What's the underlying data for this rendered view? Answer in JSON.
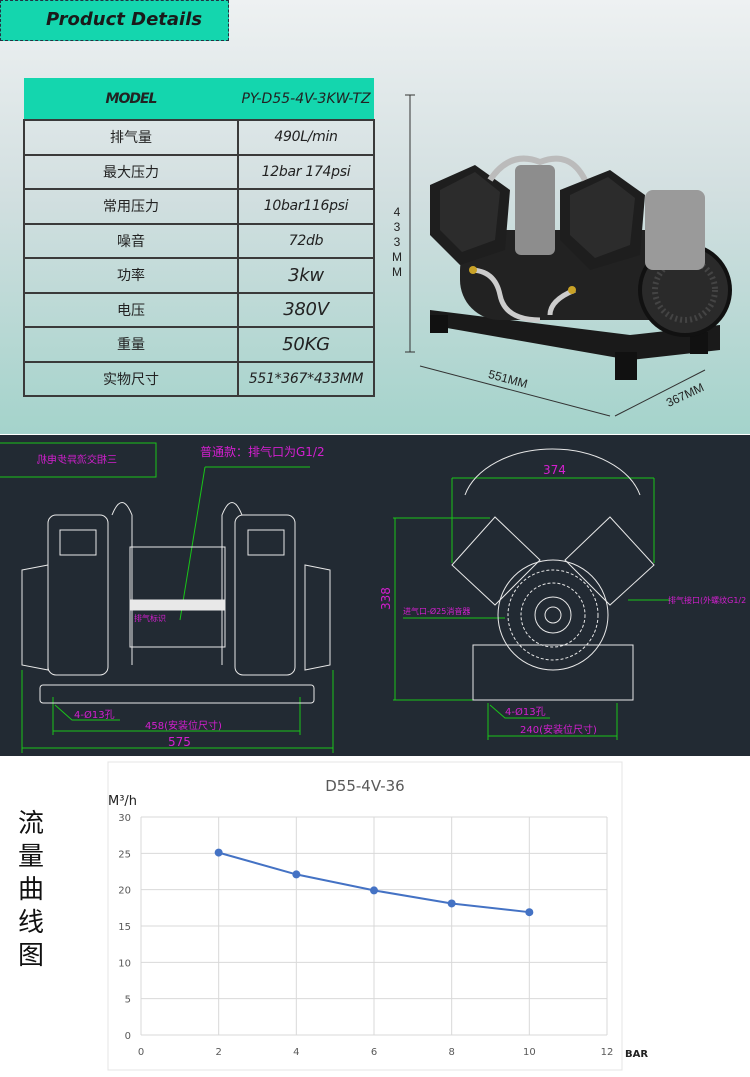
{
  "header": {
    "title": "Product Details"
  },
  "spec_table": {
    "model_label": "MODEL",
    "model_value": "PY-D55-4V-3KW-TZ",
    "rows": [
      {
        "label": "排气量",
        "value": "490L/min"
      },
      {
        "label": "最大压力",
        "value": "12bar 174psi"
      },
      {
        "label": "常用压力",
        "value": "10bar116psi"
      },
      {
        "label": "噪音",
        "value": "72db"
      },
      {
        "label": "功率",
        "value": "3kw"
      },
      {
        "label": "电压",
        "value": "380V"
      },
      {
        "label": "重量",
        "value": "50KG"
      },
      {
        "label": "实物尺寸",
        "value": "551*367*433MM"
      }
    ]
  },
  "product_dims": {
    "height": "433MM",
    "length": "551MM",
    "width": "367MM"
  },
  "cad": {
    "motor_note_mirrored": "三相交流异步电机",
    "exhaust_note": "普通款：排气口为G1/2",
    "exhaust_mark": "排气标识",
    "holes_left": "4-Ø13孔",
    "mount_left": "458(安装位尺寸)",
    "length": "575",
    "width": "374",
    "height": "338",
    "inlet": "进气口-Ø25消音器",
    "outlet": "排气接口(外螺纹G1/2",
    "holes_right": "4-Ø13孔",
    "mount_right": "240(安装位尺寸)"
  },
  "side_title": "流量曲线图",
  "colors": {
    "accent": "#14d6ae",
    "cad_bg": "#222a33",
    "cad_dim": "#d41fd0",
    "cad_line": "#19c419",
    "series": "#4472c4"
  },
  "chart_data": {
    "type": "line",
    "title": "D55-4V-36",
    "ylabel": "M³/h",
    "xlabel": "BAR",
    "xlim": [
      0,
      12
    ],
    "ylim": [
      0,
      30
    ],
    "xticks": [
      0,
      2,
      4,
      6,
      8,
      10,
      12
    ],
    "yticks": [
      0,
      5,
      10,
      15,
      20,
      25,
      30
    ],
    "grid": true,
    "x": [
      2,
      4,
      6,
      8,
      10
    ],
    "values": [
      25.1,
      22.1,
      19.9,
      18.1,
      16.9
    ]
  }
}
